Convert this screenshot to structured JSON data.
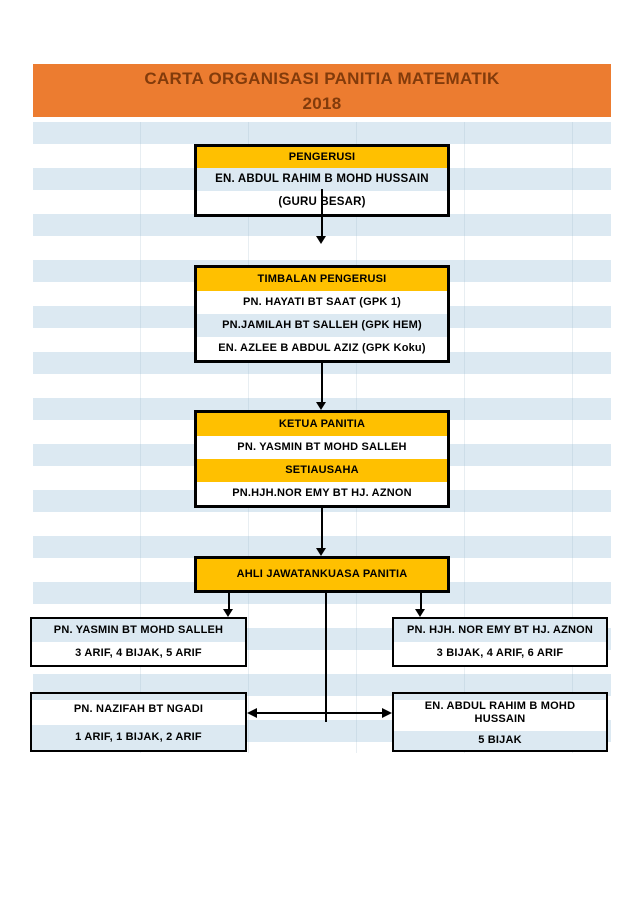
{
  "title": {
    "line1": "CARTA ORGANISASI PANITIA MATEMATIK",
    "line2": "2018"
  },
  "colors": {
    "banner_orange": "#EC7C30",
    "banner_text": "#823B0B",
    "role_yellow": "#FFC000",
    "stripe_blue": "#DCE9F2",
    "line_black": "#000000"
  },
  "boxes": {
    "pengerusi": {
      "role": "PENGERUSI",
      "name": "EN. ABDUL RAHIM B MOHD HUSSAIN",
      "subtitle": "(GURU BESAR)"
    },
    "timbalan": {
      "role": "TIMBALAN PENGERUSI",
      "members": [
        "PN. HAYATI BT SAAT (GPK 1)",
        "PN.JAMILAH BT SALLEH (GPK HEM)",
        "EN. AZLEE B ABDUL AZIZ (GPK Koku)"
      ]
    },
    "ketua": {
      "role1": "KETUA PANITIA",
      "name1": "PN. YASMIN BT MOHD SALLEH",
      "role2": "SETIAUSAHA",
      "name2": "PN.HJH.NOR EMY BT HJ. AZNON"
    },
    "ahli": {
      "role": "AHLI JAWATANKUASA PANITIA"
    },
    "members": [
      {
        "name": "PN. YASMIN BT MOHD SALLEH",
        "classes": "3 ARIF, 4 BIJAK, 5 ARIF"
      },
      {
        "name": "PN. HJH. NOR EMY BT HJ. AZNON",
        "classes": "3 BIJAK, 4 ARIF, 6 ARIF"
      },
      {
        "name": "PN. NAZIFAH BT NGADI",
        "classes": "1 ARIF, 1 BIJAK, 2 ARIF"
      },
      {
        "name": "EN. ABDUL RAHIM B MOHD HUSSAIN",
        "classes": "5 BIJAK"
      }
    ]
  }
}
